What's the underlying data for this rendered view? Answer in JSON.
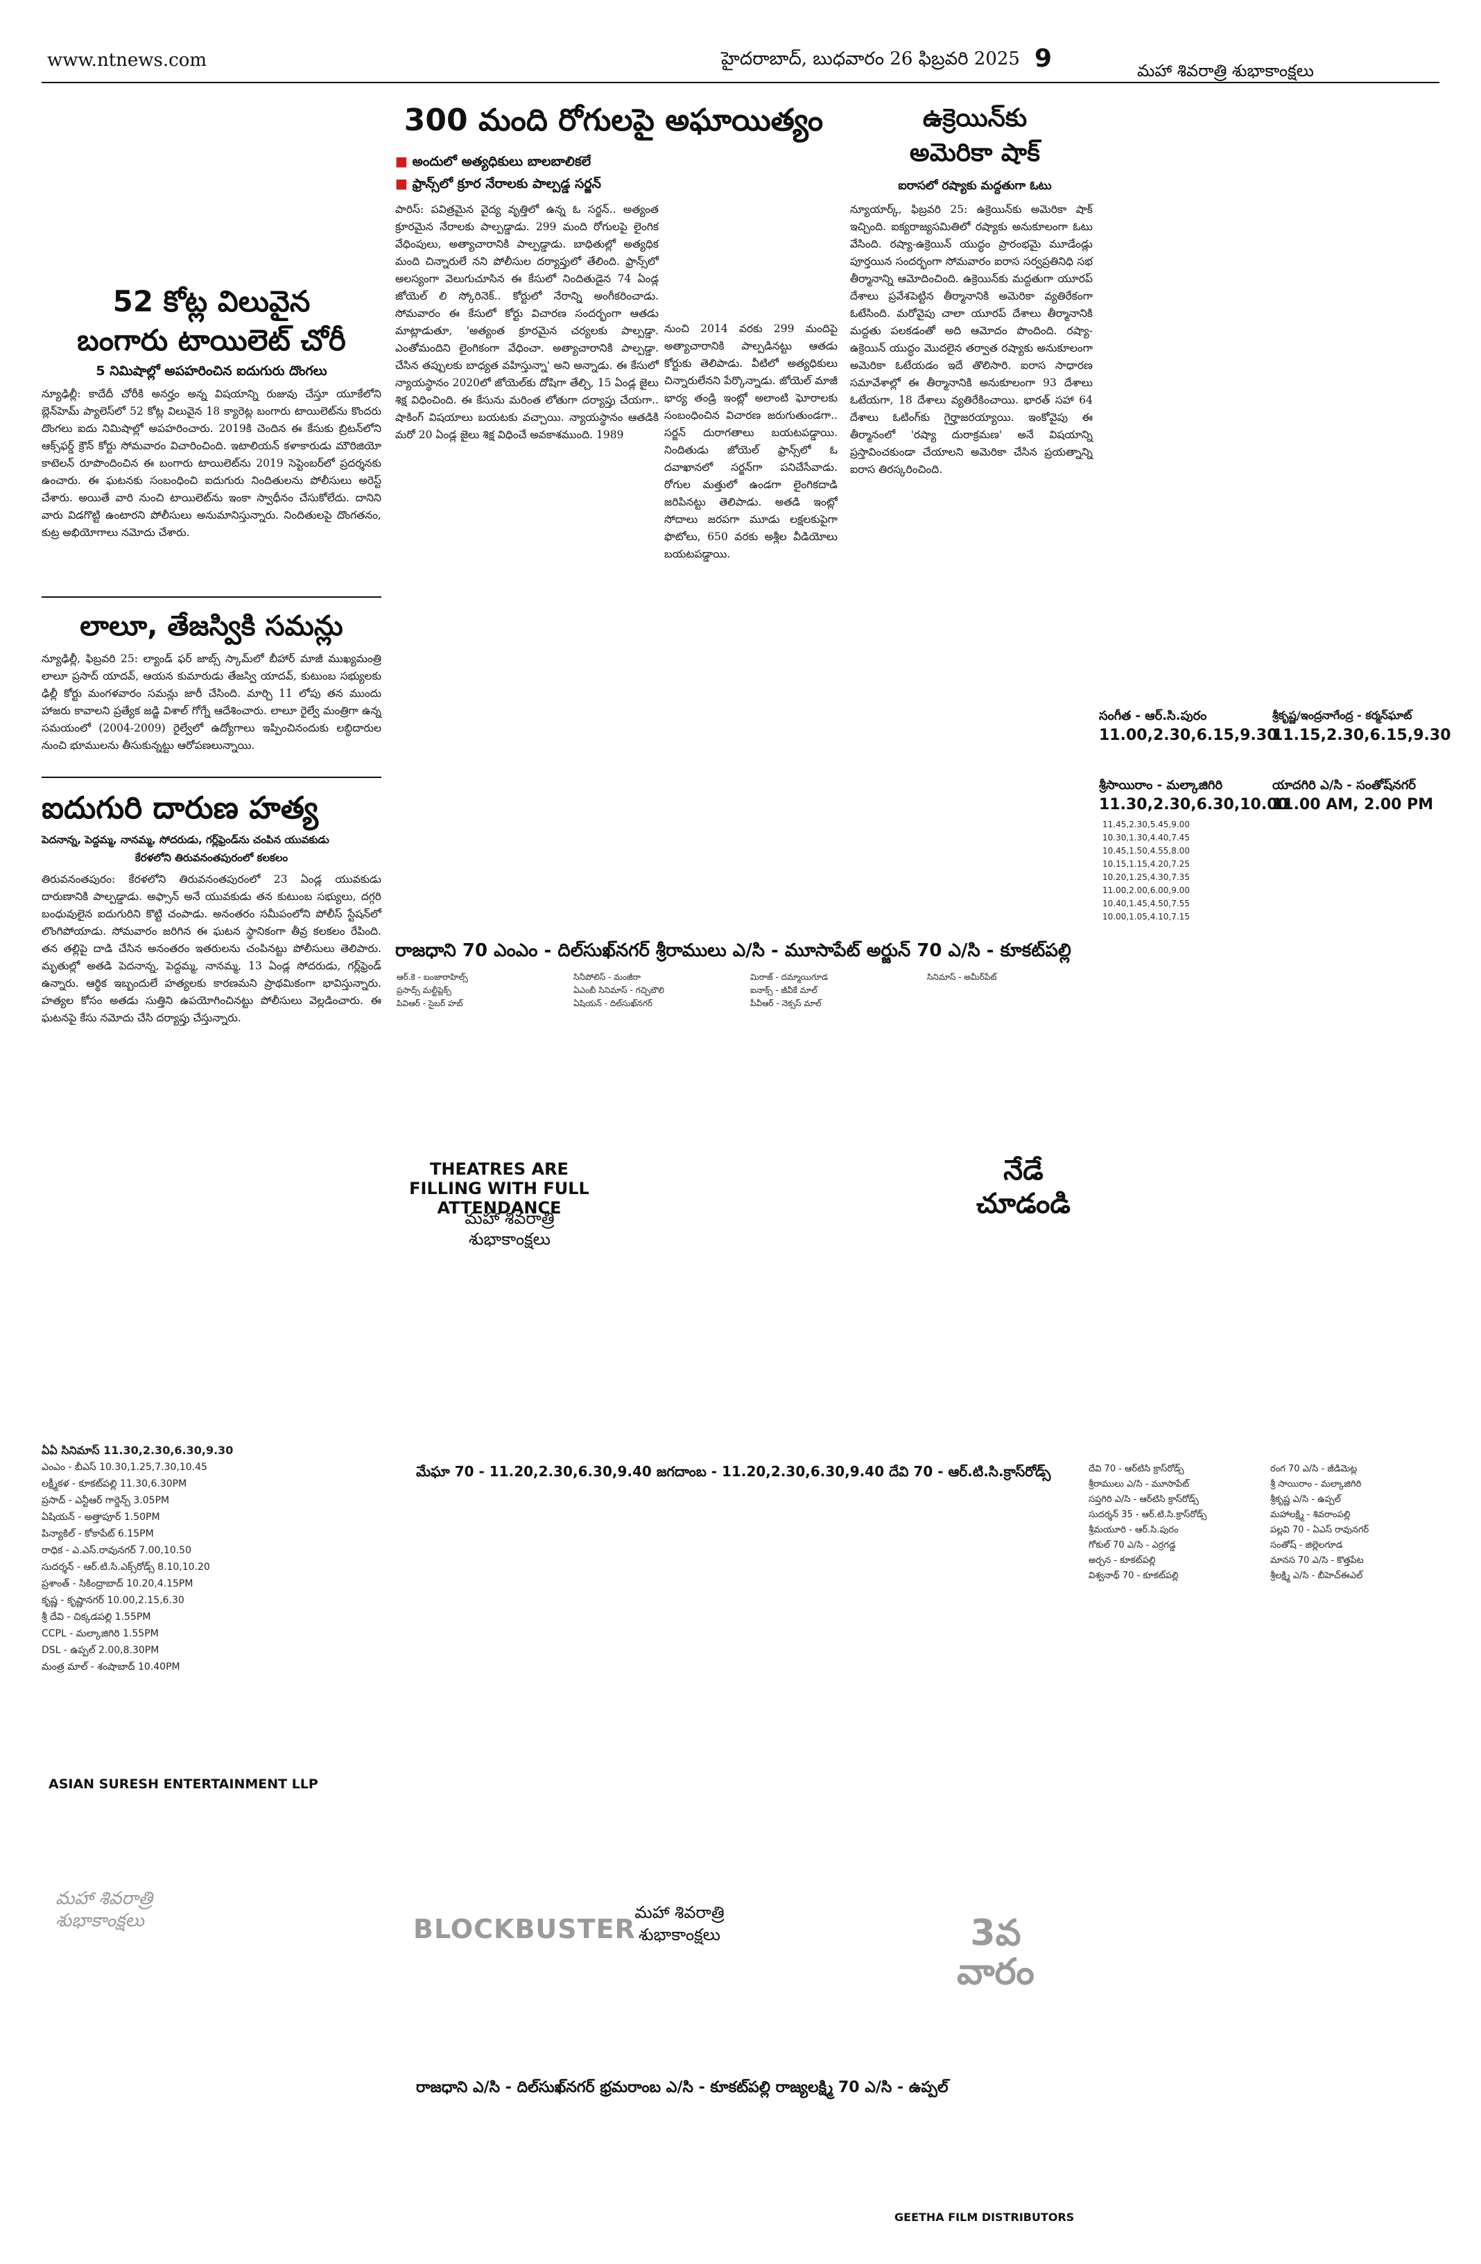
{
  "header": {
    "url": "www.ntnews.com",
    "dateline": "హైదరాబాద్, బుధవారం 26 ఫిబ్రవరి 2025",
    "page_number": "9",
    "banner": "మహా శివరాత్రి శుభాకాంక్షలు"
  },
  "article_abuse": {
    "headline": "300 మంది రోగులపై అఘాయిత్యం",
    "bullets": [
      "అందులో అత్యధికులు బాలబాలికలే",
      "ఫ్రాన్స్‌లో క్రూర నేరాలకు పాల్పడ్డ సర్జన్"
    ],
    "body_left": "పారిస్: పవిత్రమైన వైద్య వృత్తిలో ఉన్న ఓ సర్జన్.. అత్యంత క్రూరమైన నేరాలకు పాల్పడ్డాడు. 299 మంది రోగులపై లైంగిక వేధింపులు, అత్యాచారానికి పాల్పడ్డాడు. బాధితుల్లో అత్యధిక మంది చిన్నారులే నని పోలీసుల దర్యాప్తులో తేలింది. ఫ్రాన్స్‌లో అలస్యంగా వెలుగుచూసిన ఈ కేసులో నిందితుడైన 74 ఏండ్ల జోయెల్ లి స్కోరినెక్.. కోర్టులో నేరాన్ని అంగీకరించాడు. సోమవారం ఈ కేసులో కోర్టు విచారణ సందర్భంగా ఆతడు మాట్లాడుతూ, 'అత్యంత క్రూరమైన చర్యలకు పాల్పడ్డా. ఎంతోమందిని లైంగికంగా వేధించా. అత్యాచారానికి పాల్పడ్డా. చేసిన తప్పులకు బాధ్యత వహిస్తున్నా' అని అన్నాడు. ఈ కేసులో న్యాయస్థానం 2020లో జోయెల్‌కు దోషిగా తేల్చి, 15 ఏండ్ల జైలు శిక్ష విధించింది. ఈ కేసును మరింత లోతుగా దర్యాప్తు చేయగా.. షాకింగ్ విషయాలు బయటకు వచ్చాయి. న్యాయస్థానం ఆతడికి మరో 20 ఏండ్ల జైలు శిక్ష విధించే అవకాశముంది. 1989",
    "body_right": "నుంచి 2014 వరకు 299 మందిపై అత్యాచారానికి పాల్పడినట్టు ఆతడు కోర్టుకు తెలిపాడు. వీటిలో అత్యధికులు చిన్నారులేనని పేర్కొన్నాడు. జోయెల్ మాజీ భార్య తండ్రి ఇంట్లో అలాంటి ఘోరాలకు సంబంధించిన విచారణ జరుగుతుండగా.. సర్జన్ దురాగతాలు బయటపడ్డాయి. నిందితుడు జోయెల్ ఫ్రాన్స్‌లో ఓ దవాఖానలో సర్జన్‌గా పనిచేసేవాడు. రోగుల మత్తులో ఉండగా లైంగికదాడి జరిపినట్టు తెలిపాడు. అతడి ఇంట్లో సోదాలు జరపగా మూడు లక్షలకుపైగా ఫొటోలు, 650 వరకు అశ్లీల వీడియోలు బయటపడ్డాయి."
  },
  "article_ukraine": {
    "headline_line1": "ఉక్రెయిన్‌కు",
    "headline_line2": "అమెరికా షాక్",
    "subhead": "ఐరాసలో రష్యాకు మద్దతుగా ఓటు",
    "body": "న్యూయార్క్, ఫిబ్రవరి 25: ఉక్రెయిన్‌కు అమెరికా షాక్ ఇచ్చింది. ఐక్యరాజ్యసమితిలో రష్యాకు అనుకూలంగా ఓటు వేసింది. రష్యా-ఉక్రెయిన్ యుద్ధం ప్రారంభమై మూడేండ్లు పూర్తయిన సందర్భంగా సోమవారం ఐరాస సర్వప్రతినిధి సభ తీర్మానాన్ని ఆమోదించింది. ఉక్రెయిన్‌కు మద్దతుగా యూరప్ దేశాలు ప్రవేశపెట్టిన తీర్మానానికి అమెరికా వ్యతిరేకంగా ఓటేసింది. మరోవైపు చాలా యూరప్ దేశాలు తీర్మానానికి మద్దతు పలకడంతో అది ఆమోదం పొందింది. రష్యా-ఉక్రెయిన్ యుద్ధం మొదలైన తర్వాత రష్యాకు అనుకూలంగా అమెరికా ఓటేయడం ఇదే తొలిసారి. ఐరాస సాధారణ సమావేశాల్లో ఈ తీర్మానానికి అనుకూలంగా 93 దేశాలు ఓటేయగా, 18 దేశాలు వ్యతిరేకించాయి. భారత్ సహా 64 దేశాలు ఓటింగ్‌కు గైర్హాజరయ్యాయి. ఇంకోవైపు ఈ తీర్మానంలో 'రష్యా దురాక్రమణ' అనే విషయాన్ని ప్రస్తావించకుండా చేయాలని అమెరికా చేసిన ప్రయత్నాన్ని ఐరాస తిరస్కరించింది."
  },
  "article_toilet": {
    "headline_line1": "52 కోట్ల విలువైన",
    "headline_line2": "బంగారు టాయిలెట్ చోరీ",
    "subhead": "5 నిమిషాల్లో అపహరించిన ఐదుగురు దొంగలు",
    "body": "న్యూఢిల్లీ: కాదేదీ చోరీకి అనర్హం అన్న విషయాన్ని రుజువు చేస్తూ యూకేలోని బ్లెన్‌హెమ్ ప్యాలెస్‌లో 52 కోట్ల విలువైన 18 క్యారెట్ల బంగారు టాయిలెట్‌ను కొందరు దొంగలు ఐదు నిమిషాల్లో అపహరించారు. 2019కి చెందిన ఈ కేసుకు బ్రిటన్‌లోని ఆక్స్‌ఫర్డ్ క్రౌన్ కోర్టు సోమవారం విచారించింది. ఇటాలియన్ కళాకారుడు మౌరిజియో కాటెలన్ రూపొందించిన ఈ బంగారు టాయిలెట్‌ను 2019 సెప్టెంబర్‌లో ప్రదర్శనకు ఉంచారు. ఈ ఘటనకు సంబంధించి ఐదుగురు నిందితులను పోలీసులు అరెస్ట్ చేశారు. అయితే వారి నుంచి టాయిలెట్‌ను ఇంకా స్వాధీనం చేసుకోలేదు. దానిని వారు విడగొట్టి ఉంటారని పోలీసులు అనుమానిస్తున్నారు. నిందితులపై దొంగతనం, కుట్ర అభియోగాలు నమోదు చేశారు."
  },
  "article_lalu": {
    "headline": "లాలూ, తేజస్వికి సమన్లు",
    "body": "న్యూఢిల్లీ, ఫిబ్రవరి 25: ల్యాండ్ ఫర్ జాబ్స్ స్కామ్‌లో బీహార్ మాజీ ముఖ్యమంత్రి లాలూ ప్రసాద్ యాదవ్, ఆయన కుమారుడు తేజస్వి యాదవ్, కుటుంబ సభ్యులకు ఢిల్లీ కోర్టు మంగళవారం సమన్లు జారీ చేసింది. మార్చి 11 లోపు తన ముందు హాజరు కావాలని ప్రత్యేక జడ్జి విశాల్ గోగ్నే ఆదేశించారు. లాలూ రైల్వే మంత్రిగా ఉన్న సమయంలో (2004-2009) రైల్వేలో ఉద్యోగాలు ఇప్పించినందుకు లబ్ధిదారుల నుంచి భూములను తీసుకున్నట్టు ఆరోపణలున్నాయి."
  },
  "article_murder": {
    "headline": "ఐదుగురి దారుణ హత్య",
    "subhead1": "పెదనాన్న, పెద్దమ్మ, నానమ్మ, సోదరుడు, గర్ల్‌ఫ్రెండ్‌ను చంపిన యువకుడు",
    "subhead2": "కేరళలోని తిరువనంతపురంలో కలకలం",
    "body": "తిరువనంతపురం: కేరళలోని తిరువనంతపురంలో 23 ఏండ్ల యువకుడు దారుణానికి పాల్పడ్డాడు. అఫ్సాన్ అనే యువకుడు తన కుటుంబ సభ్యులు, దగ్గరి బంధువులైన ఐదుగురిని కొట్టి చంపాడు. అనంతరం సమీపంలోని పోలీస్ స్టేషన్‌లో లొంగిపోయాడు. సోమవారం జరిగిన ఈ ఘటన స్థానికంగా తీవ్ర కలకలం రేపింది. తన తల్లిపై దాడి చేసిన అనంతరం ఇతరులను చంపినట్టు పోలీసులు తెలిపారు. మృతుల్లో అతడి పెదనాన్న, పెద్దమ్మ, నానమ్మ, 13 ఏండ్ల సోదరుడు, గర్ల్‌ఫ్రెండ్ ఉన్నారు. ఆర్థిక ఇబ్బందులే హత్యలకు కారణమని ప్రాథమికంగా భావిస్తున్నారు. హత్యల కోసం అతడు సుత్తిని ఉపయోగించినట్టు పోలీసులు వెల్లడించారు. ఈ ఘటనపై కేసు నమోదు చేసి దర్యాప్తు చేస్తున్నారు."
  },
  "ads": {
    "central_main_line": "రాజధాని 70 ఎంఎం - దిల్‌సుఖ్‌నగర్  శ్రీరాములు ఎ/సి - మూసాపేట్  అర్జున్ 70 ఎ/సి - కూకట్‌పల్లి",
    "theatres_text": "THEATRES ARE FILLING WITH FULL ATTENDANCE",
    "wishes": "మహా శివరాత్రి శుభాకాంక్షలు",
    "nede": "నేడే చూడండి",
    "third_week": "3వ వారం",
    "blockbuster": "BLOCKBUSTER",
    "asian": "ASIAN SURESH ENTERTAINMENT LLP",
    "geetha": "GEETHA FILM DISTRIBUTORS",
    "bottom_main_line": "రాజధాని ఎ/సి - దిల్‌సుఖ్‌నగర్  భ్రమరాంబ ఎ/సి - కూకట్‌పల్లి  రాజ్యలక్ష్మి 70 ఎ/సి - ఉప్పల్",
    "mid_main_line": "మేఘా 70 - 11.20,2.30,6.30,9.40   జగదాంబ - 11.20,2.30,6.30,9.40   దేవి 70 - ఆర్‌.టి.సి.క్రాస్‌రోడ్స్",
    "right_top_lines": [
      "సంగీత - ఆర్.సి.పురం",
      "శ్రీకృష్ణ/ఇంద్రనాగేంద్ర - కర్మన్‌ఘాట్",
      "11.00,2.30,6.15,9.30",
      "11.15,2.30,6.15,9.30",
      "శ్రీసాయిరాం - మల్కాజిగిరి",
      "యాదగిరి ఎ/సి - సంతోష్‌నగర్",
      "11.30,2.30,6.30,10.00",
      "11.00 AM, 2.00 PM"
    ],
    "listings_central": [
      "ఆర్.కె - బంజారాహిల్స్",
      "ప్రసాద్స్ మల్టీప్లెక్స్",
      "పివిఆర్ - సైబర్ హబ్",
      "సినీపోలిస్ - మంజీరా",
      "ఏఎంబీ సినిమాస్ - గచ్చిబౌలి",
      "ఏషియన్ - దిల్‌సుఖ్‌నగర్",
      "మిరాజ్ - దమ్మాయిగూడ",
      "ఐనాక్స్ - జీవీకే మాల్",
      "పీవీఆర్ - నెక్సస్ మాల్",
      "సినిమాస్ - అమీర్‌పేట్"
    ],
    "listings_right": [
      "11.45,2.30,5.45,9.00",
      "10.30,1.30,4.40,7.45",
      "10.45,1.50,4.55,8.00",
      "10.15,1.15,4.20,7.25",
      "10.20,1.25,4.30,7.35",
      "11.00,2.00,6.00,9.00",
      "10.40,1.45,4.50,7.55",
      "10.00,1.05,4.10,7.15"
    ],
    "listings_left": [
      "ఏఏ సినిమాస్ 11.30,2.30,6.30,9.30",
      "ఎంఎం - బీఎస్‌ 10.30,1.25,7.30,10.45",
      "లక్ష్మీకళ - కూకట్‌పల్లి 11.30,6.30PM",
      "ప్రసాద్ - ఎన్టీఆర్ గార్డెన్స్ 3.05PM",
      "ఏషియన్ - అత్తాపూర్ 1.50PM",
      "పిన్యాకిల్ - కోకాపేట్ 6.15PM",
      "రాధిక - ఎ.ఎస్.రావునగర్ 7.00,10.50",
      "సుదర్శన్ - ఆర్.టి.సి.ఎక్స్‌రోడ్స్ 8.10,10.20",
      "ప్రశాంత్ - సికింద్రాబాద్ 10.20,4.15PM",
      "కృష్ణ - కృష్ణానగర్ 10.00,2.15,6.30",
      "శ్రీ దేవి - చిక్కడపల్లి 1.55PM",
      "CCPL - మల్కాజిగిరి 1.55PM",
      "DSL - ఉప్పల్ 2.00,8.30PM",
      "మంత్ర మాల్ - శంషాబాద్ 10.40PM"
    ],
    "listings_lower_right": [
      "దేవి 70 - ఆర్‌టిసి క్రాస్‌రోడ్స్",
      "శ్రీరాములు ఎ/సి - మూసాపేట్",
      "సప్తగిరి ఎ/సి - ఆర్‌టిసి క్రాస్‌రోడ్స్",
      "సుదర్శన్ 35 - ఆర్‌.టి.సి.క్రాస్‌రోడ్స్",
      "శ్రీమయూరి - ఆర్‌.సి.పురం",
      "గోకుల్ 70 ఎ/సి - ఎర్రగడ్డ",
      "అర్చన - కూకట్‌పల్లి",
      "విశ్వనాథ్ 70 - కూకట్‌పల్లి",
      "రంగ 70 ఎ/సి - జీడిమెట్ల",
      "శ్రీ సాయిరాం - మల్కాజిగిరి",
      "శ్రీకృష్ణ ఎ/సి - ఉప్పల్",
      "మహాలక్ష్మి - శివరాంపల్లి",
      "పల్లవి 70 - ఏఎస్ రావునగర్",
      "సంతోష్ - జిల్లెలగూడ",
      "మానస 70 ఎ/సి - కొత్తపేట",
      "శ్రీలక్ష్మి ఎ/సి - బీహెచ్ఈఎల్"
    ]
  }
}
